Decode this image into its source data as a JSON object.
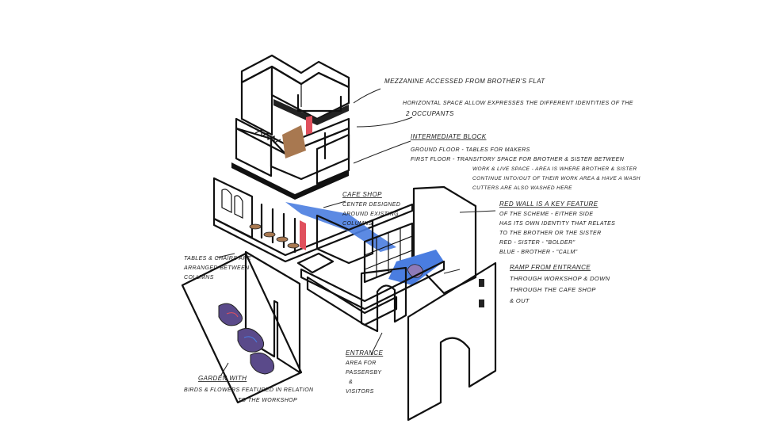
{
  "colors": {
    "wall": "#aab0d4",
    "wall_dark": "#8e95c0",
    "ink": "#111111",
    "red": "#e0505d",
    "blue": "#4a7de0",
    "brown": "#a87850",
    "paper": "#ffffff"
  },
  "annotations": {
    "mezzanine": "MEZZANINE ACCESSED FROM BROTHER'S FLAT",
    "horizontal_1": "HORIZONTAL SPACE ALLOW EXPRESSES THE DIFFERENT IDENTITIES OF THE",
    "horizontal_2": "2 OCCUPANTS",
    "intermediate_title": "INTERMEDIATE BLOCK",
    "ground_1": "GROUND FLOOR - TABLES FOR MAKERS",
    "first_1": "FIRST FLOOR - TRANSITORY SPACE FOR BROTHER & SISTER BETWEEN",
    "first_2": "WORK & LIVE SPACE - AREA IS WHERE BROTHER & SISTER",
    "first_3": "CONTINUE INTO/OUT OF THEIR WORK AREA & HAVE A WASH",
    "first_4": "CUTTERS ARE ALSO WASHED HERE",
    "cafe_1": "CAFE SHOP",
    "cafe_2": "CENTER DESIGNED",
    "cafe_3": "AROUND EXISTING",
    "cafe_4": "COLUMNS",
    "red_wall_1": "RED WALL IS A KEY FEATURE",
    "red_wall_2": "OF THE SCHEME - EITHER SIDE",
    "red_wall_3": "HAS ITS OWN IDENTITY THAT RELATES",
    "red_wall_4": "TO THE BROTHER OR THE SISTER",
    "red_wall_5": "RED - SISTER - \"BOLDER\"",
    "red_wall_6": "BLUE - BROTHER - \"CALM\"",
    "tables_1": "TABLES & CHAIRS ARE",
    "tables_2": "ARRANGED BETWEEN",
    "tables_3": "COLUMNS",
    "ramp_1": "RAMP FROM ENTRANCE",
    "ramp_2": "THROUGH WORKSHOP & DOWN",
    "ramp_3": "THROUGH THE CAFE SHOP",
    "ramp_4": "& OUT",
    "entrance_1": "ENTRANCE",
    "entrance_2": "AREA FOR",
    "entrance_3": "PASSERSBY",
    "entrance_4": "&",
    "entrance_5": "VISITORS",
    "garden_1": "GARDEN WITH",
    "garden_2": "BIRDS & FLOWERS FEATURED IN RELATION",
    "garden_3": "TO THE WORKSHOP"
  }
}
